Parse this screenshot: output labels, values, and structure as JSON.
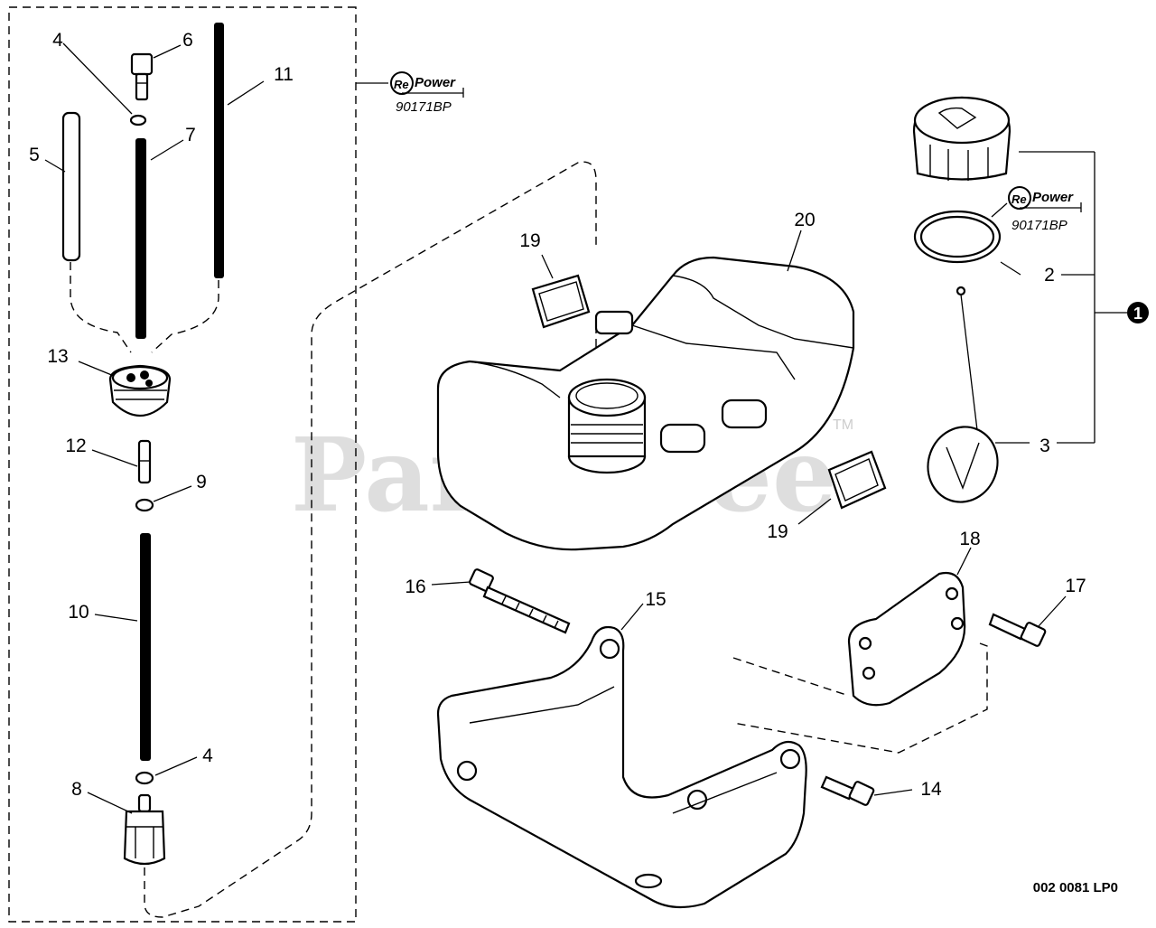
{
  "watermark": {
    "text": "PartsTree",
    "trademark": "TM"
  },
  "callouts": [
    {
      "id": "c1",
      "label": "1"
    },
    {
      "id": "c2",
      "label": "2"
    },
    {
      "id": "c3",
      "label": "3"
    },
    {
      "id": "c4a",
      "label": "4"
    },
    {
      "id": "c4b",
      "label": "4"
    },
    {
      "id": "c5",
      "label": "5"
    },
    {
      "id": "c6",
      "label": "6"
    },
    {
      "id": "c7",
      "label": "7"
    },
    {
      "id": "c8",
      "label": "8"
    },
    {
      "id": "c9",
      "label": "9"
    },
    {
      "id": "c10",
      "label": "10"
    },
    {
      "id": "c11",
      "label": "11"
    },
    {
      "id": "c12",
      "label": "12"
    },
    {
      "id": "c13",
      "label": "13"
    },
    {
      "id": "c14",
      "label": "14"
    },
    {
      "id": "c15",
      "label": "15"
    },
    {
      "id": "c16",
      "label": "16"
    },
    {
      "id": "c17",
      "label": "17"
    },
    {
      "id": "c18",
      "label": "18"
    },
    {
      "id": "c19a",
      "label": "19"
    },
    {
      "id": "c19b",
      "label": "19"
    },
    {
      "id": "c20",
      "label": "20"
    }
  ],
  "repower_kits": [
    {
      "brand_prefix": "Re",
      "brand_suffix": "Power",
      "part_number": "90171BP"
    },
    {
      "brand_prefix": "Re",
      "brand_suffix": "Power",
      "part_number": "90171BP"
    }
  ],
  "diagram_code": "002 0081 LP0"
}
